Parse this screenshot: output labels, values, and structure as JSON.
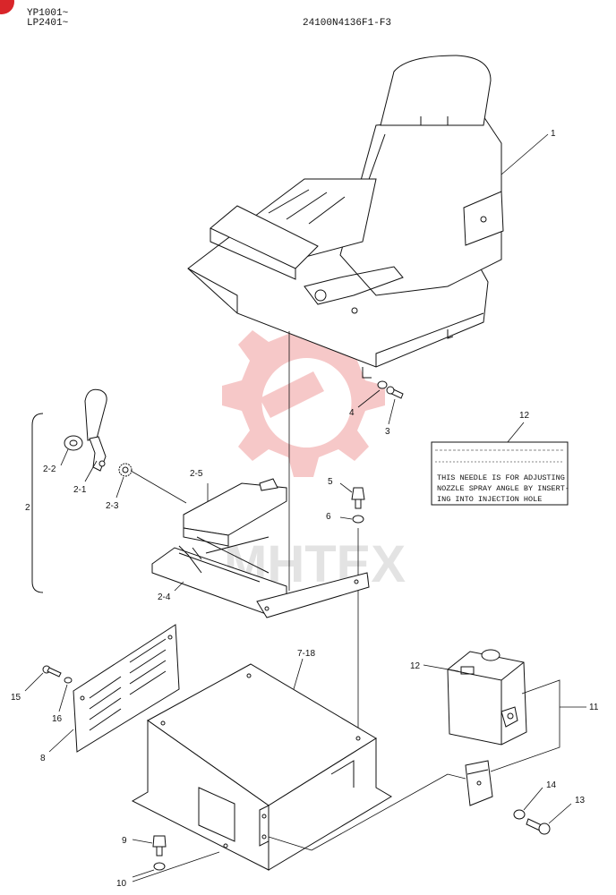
{
  "header": {
    "model_line_1": "YP1001~",
    "model_line_2": "LP2401~",
    "drawing_no": "24100N4136F1-F3"
  },
  "watermark": {
    "text": "MHTEX",
    "color": "#f3b6b6"
  },
  "parts": {
    "p1": "1",
    "p2": "2",
    "p2_1": "2-1",
    "p2_2": "2-2",
    "p2_3": "2-3",
    "p2_4": "2-4",
    "p2_5": "2-5",
    "p3": "3",
    "p4": "4",
    "p5": "5",
    "p6": "6",
    "p7_18": "7-18",
    "p8": "8",
    "p9": "9",
    "p10": "10",
    "p11": "11",
    "p12a": "12",
    "p12b": "12",
    "p13": "13",
    "p14": "14",
    "p15": "15",
    "p16": "16"
  },
  "label_12": {
    "line1": "THIS NEEDLE IS FOR ADJUSTING",
    "line2": "NOZZLE SPRAY ANGLE BY INSERT-",
    "line3": "ING INTO INJECTION HOLE"
  },
  "colors": {
    "ink": "#111111",
    "watermark": "#f3b6b6"
  }
}
